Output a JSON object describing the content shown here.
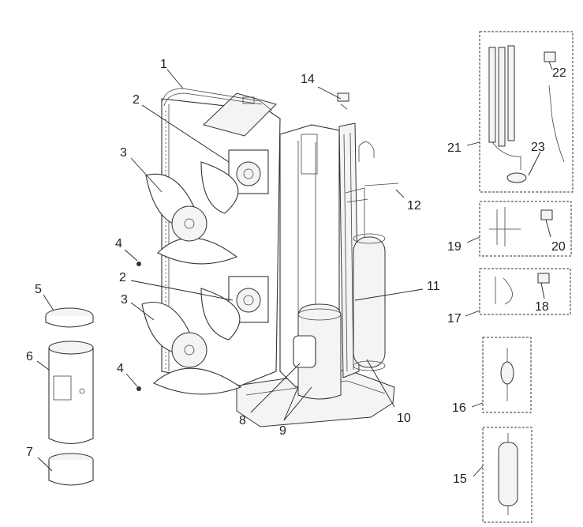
{
  "diagram": {
    "callouts": [
      {
        "id": "c1",
        "label": "1"
      },
      {
        "id": "c2a",
        "label": "2"
      },
      {
        "id": "c2b",
        "label": "2"
      },
      {
        "id": "c3a",
        "label": "3"
      },
      {
        "id": "c3b",
        "label": "3"
      },
      {
        "id": "c4a",
        "label": "4"
      },
      {
        "id": "c4b",
        "label": "4"
      },
      {
        "id": "c5",
        "label": "5"
      },
      {
        "id": "c6",
        "label": "6"
      },
      {
        "id": "c7",
        "label": "7"
      },
      {
        "id": "c8",
        "label": "8"
      },
      {
        "id": "c9",
        "label": "9"
      },
      {
        "id": "c10",
        "label": "10"
      },
      {
        "id": "c11",
        "label": "11"
      },
      {
        "id": "c12",
        "label": "12"
      },
      {
        "id": "c14",
        "label": "14"
      },
      {
        "id": "c15",
        "label": "15"
      },
      {
        "id": "c16",
        "label": "16"
      },
      {
        "id": "c17",
        "label": "17"
      },
      {
        "id": "c18",
        "label": "18"
      },
      {
        "id": "c19",
        "label": "19"
      },
      {
        "id": "c20",
        "label": "20"
      },
      {
        "id": "c21",
        "label": "21"
      },
      {
        "id": "c22",
        "label": "22"
      },
      {
        "id": "c23",
        "label": "23"
      }
    ]
  }
}
